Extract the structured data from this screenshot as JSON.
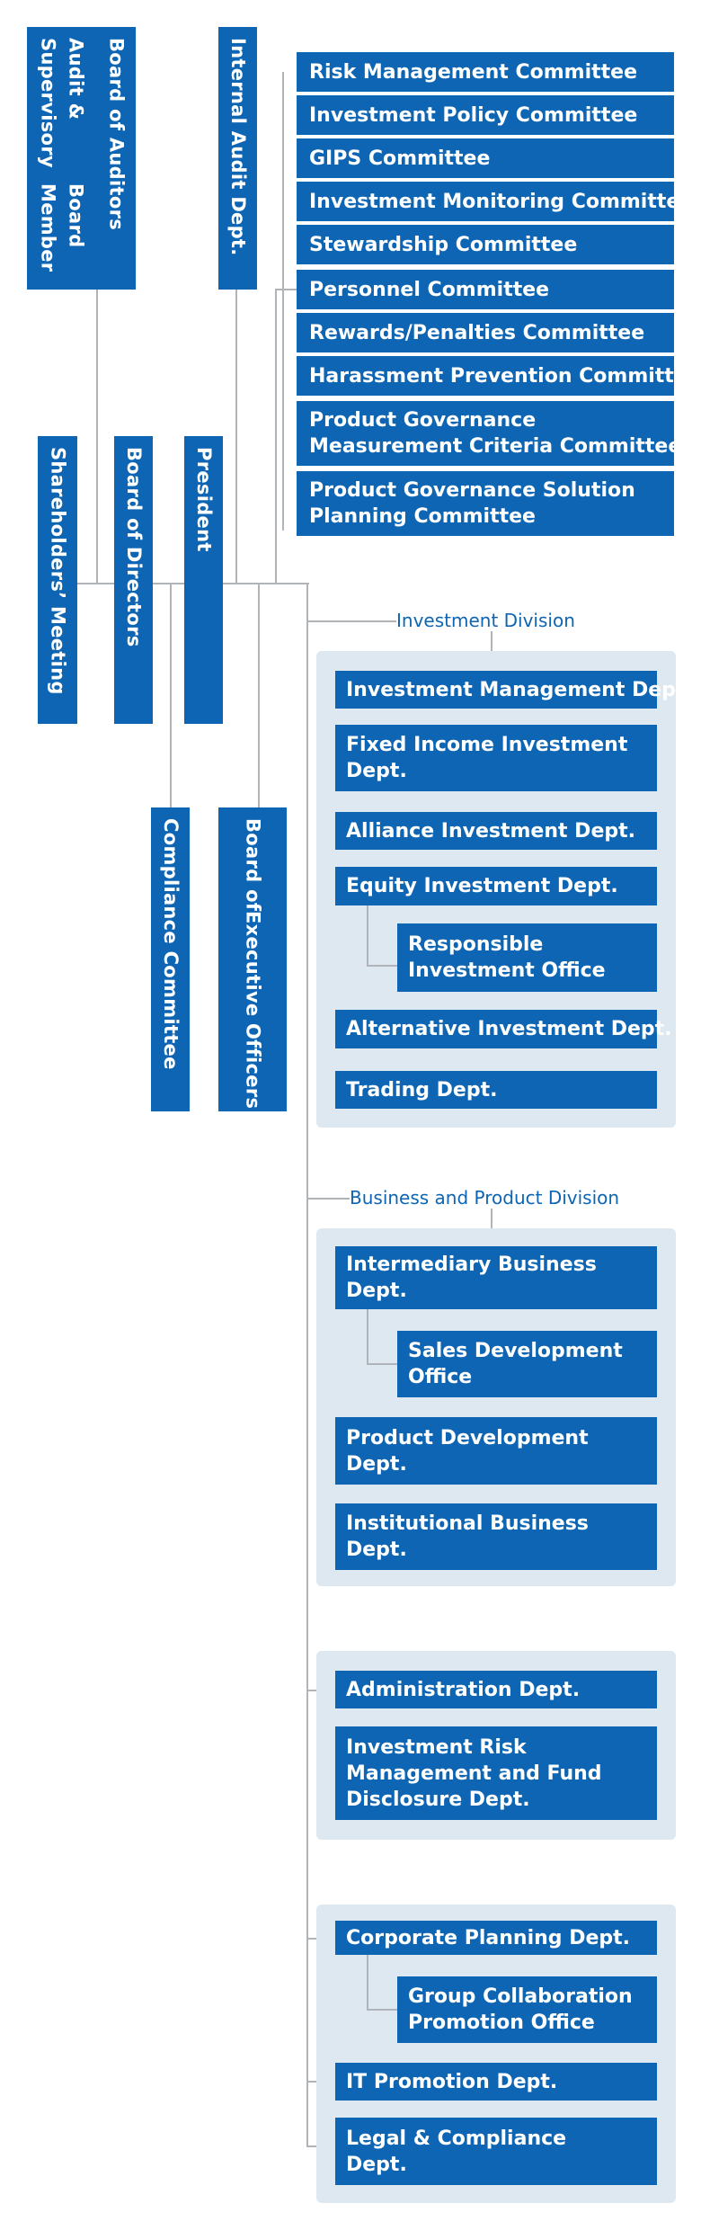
{
  "colors": {
    "box": "#0d65b3",
    "group_bg": "#dde8f0",
    "connector": "#b0b4b8",
    "label": "#0d65b3"
  },
  "governance": {
    "audit_member": [
      "Audit & Supervisory",
      "Board Member"
    ],
    "board_of_auditors": "Board of Auditors",
    "internal_audit": "Internal Audit Dept.",
    "shareholders": "Shareholders’ Meeting",
    "board_of_directors": "Board of Directors",
    "president": "President",
    "compliance_committee": "Compliance Committee",
    "executive_officers": [
      "Board of",
      "Executive Officers"
    ]
  },
  "committees": [
    [
      "Risk Management Committee"
    ],
    [
      "Investment Policy Committee"
    ],
    [
      "GIPS Committee"
    ],
    [
      "Investment Monitoring Committee"
    ],
    [
      "Stewardship Committee"
    ],
    [
      "Personnel Committee"
    ],
    [
      "Rewards/Penalties Committee"
    ],
    [
      "Harassment Prevention Committee"
    ],
    [
      "Product Governance",
      "Measurement Criteria Committee"
    ],
    [
      "Product Governance Solution",
      "Planning Committee"
    ]
  ],
  "investment_division": {
    "label": "Investment Division",
    "depts": [
      [
        "Investment Management Dept."
      ],
      [
        "Fixed Income Investment",
        "Dept."
      ],
      [
        "Alliance Investment Dept."
      ],
      [
        "Equity Investment Dept."
      ],
      [
        "Responsible",
        "Investment Office"
      ],
      [
        "Alternative Investment Dept."
      ],
      [
        "Trading Dept."
      ]
    ]
  },
  "business_division": {
    "label": "Business and Product Division",
    "depts": [
      [
        "Intermediary Business",
        "Dept."
      ],
      [
        "Sales Development",
        "Office"
      ],
      [
        "Product Development",
        "Dept."
      ],
      [
        "Institutional Business",
        "Dept."
      ]
    ]
  },
  "admin_group": {
    "depts": [
      [
        "Administration Dept."
      ],
      [
        "Investment Risk",
        "Management and Fund",
        "Disclosure Dept."
      ]
    ]
  },
  "corporate_group": {
    "depts": [
      [
        "Corporate Planning Dept."
      ],
      [
        "Group Collaboration",
        "Promotion Office"
      ],
      [
        "IT Promotion Dept."
      ],
      [
        "Legal & Compliance",
        "Dept."
      ]
    ]
  }
}
